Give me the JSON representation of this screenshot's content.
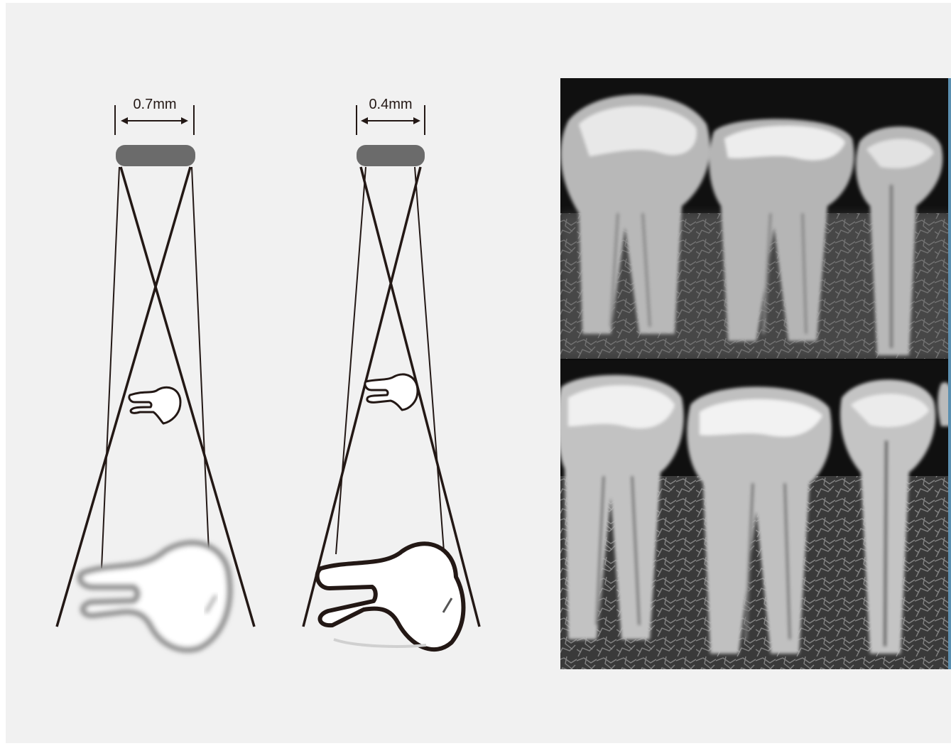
{
  "diagrams": [
    {
      "focal_spot_label": "0.7mm",
      "image_sharpness": "blurred"
    },
    {
      "focal_spot_label": "0.4mm",
      "image_sharpness": "sharp"
    }
  ],
  "xray_panels": [
    {
      "description_icon": "xray-molars-panel"
    },
    {
      "description_icon": "xray-molars-panel"
    }
  ],
  "colors": {
    "background": "#f1f1f1",
    "line": "#231815",
    "focal_spot": "#6b6b6b",
    "xray_dark": "#101010",
    "xray_border": "#5a8fb0"
  }
}
